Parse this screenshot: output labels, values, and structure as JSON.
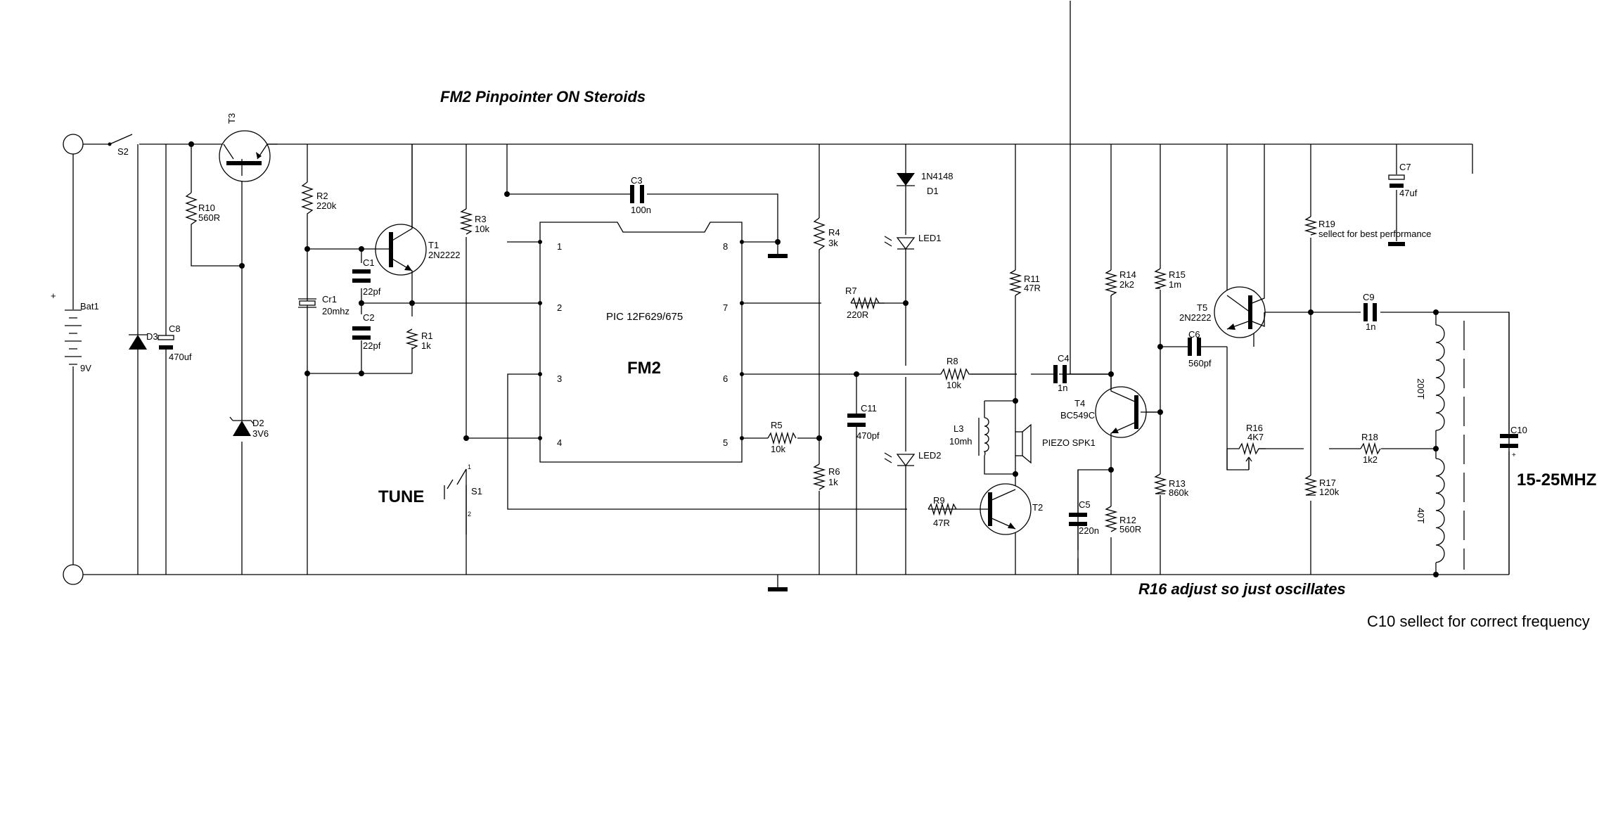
{
  "title": "FM2 Pinpointer ON Steroids",
  "notes": {
    "r16": "R16 adjust so just oscillates",
    "c10": "C10 sellect for correct frequency",
    "freq": "15-25MHZ",
    "tune": "TUNE"
  },
  "ic": {
    "part": "PIC 12F629/675",
    "name": "FM2",
    "pins": [
      "1",
      "2",
      "3",
      "4",
      "5",
      "6",
      "7",
      "8"
    ]
  },
  "parts": {
    "bat1": {
      "ref": "Bat1",
      "value": "9V",
      "plus": "+"
    },
    "s2": "S2",
    "s1": {
      "ref": "S1",
      "pin1": "1",
      "pin2": "2"
    },
    "t3": "T3",
    "r10": {
      "ref": "R10",
      "value": "560R"
    },
    "d3": "D3",
    "c8": {
      "ref": "C8",
      "value": "470uf"
    },
    "d2": {
      "ref": "D2",
      "value": "3V6"
    },
    "r2": {
      "ref": "R2",
      "value": "220k"
    },
    "t1": {
      "ref": "T1",
      "value": "2N2222"
    },
    "c1": {
      "ref": "C1",
      "value": "22pf"
    },
    "c2": {
      "ref": "C2",
      "value": "22pf"
    },
    "r1": {
      "ref": "R1",
      "value": "1k"
    },
    "cr1": {
      "ref": "Cr1",
      "value": "20mhz"
    },
    "r3": {
      "ref": "R3",
      "value": "10k"
    },
    "c3": {
      "ref": "C3",
      "value": "100n"
    },
    "r4": {
      "ref": "R4",
      "value": "3k"
    },
    "r5": {
      "ref": "R5",
      "value": "10k"
    },
    "r6": {
      "ref": "R6",
      "value": "1k"
    },
    "r7": {
      "ref": "R7",
      "value": "220R"
    },
    "d1": {
      "ref": "D1",
      "value": "1N4148"
    },
    "led1": "LED1",
    "led2": "LED2",
    "c11": {
      "ref": "C11",
      "value": "470pf"
    },
    "r8": {
      "ref": "R8",
      "value": "10k"
    },
    "r9": {
      "ref": "R9",
      "value": "47R"
    },
    "r11": {
      "ref": "R11",
      "value": "47R"
    },
    "l3": {
      "ref": "L3",
      "value": "10mh"
    },
    "spk": "PIEZO SPK1",
    "t2": "T2",
    "c4": {
      "ref": "C4",
      "value": "1n"
    },
    "t4": {
      "ref": "T4",
      "value": "BC549C"
    },
    "r14": {
      "ref": "R14",
      "value": "2k2"
    },
    "r12": {
      "ref": "R12",
      "value": "560R"
    },
    "c5": {
      "ref": "C5",
      "value": "220n"
    },
    "r15": {
      "ref": "R15",
      "value": "1m"
    },
    "r13": {
      "ref": "R13",
      "value": "860k"
    },
    "c6": {
      "ref": "C6",
      "value": "560pf"
    },
    "t5": {
      "ref": "T5",
      "value": "2N2222"
    },
    "r16": {
      "ref": "R16",
      "value": "4K7"
    },
    "r18": {
      "ref": "R18",
      "value": "1k2"
    },
    "r19": {
      "ref": "R19",
      "value": "sellect for best performance"
    },
    "r17": {
      "ref": "R17",
      "value": "120k"
    },
    "c7": {
      "ref": "C7",
      "value": "47uf"
    },
    "c9": {
      "ref": "C9",
      "value": "1n"
    },
    "c10": {
      "ref": "C10",
      "plus": "+"
    },
    "coil_top": "200T",
    "coil_bot": "40T"
  },
  "colors": {
    "ink": "#000000",
    "background": "#ffffff"
  }
}
